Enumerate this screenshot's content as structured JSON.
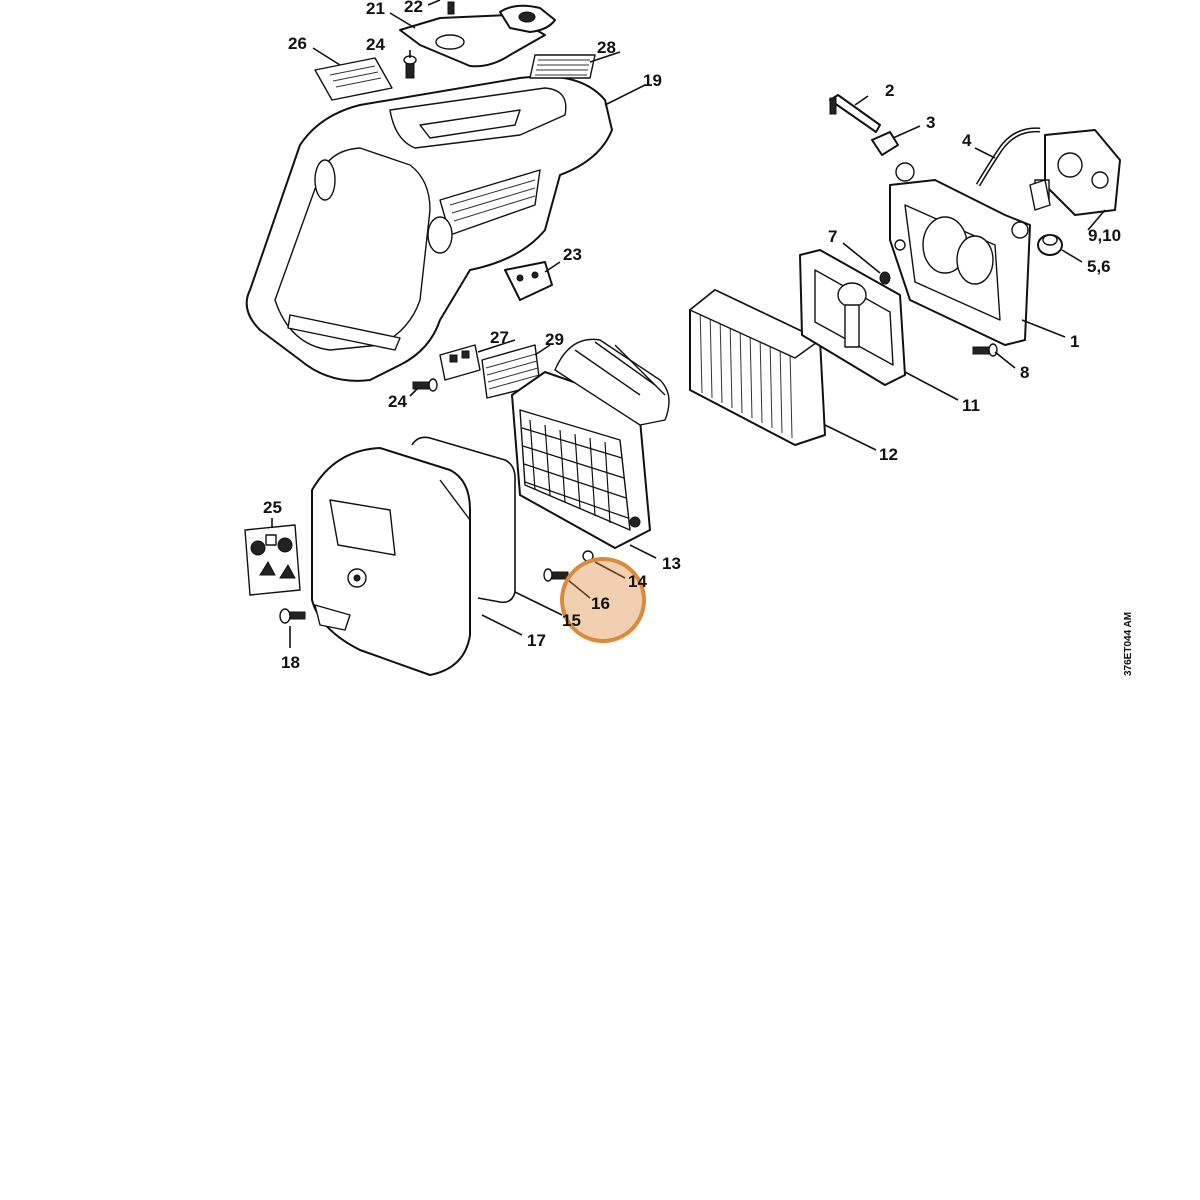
{
  "diagram": {
    "parts": {
      "p1": "1",
      "p2": "2",
      "p3": "3",
      "p4": "4",
      "p5_6": "5,6",
      "p7": "7",
      "p8": "8",
      "p9_10": "9,10",
      "p11": "11",
      "p12": "12",
      "p13": "13",
      "p14": "14",
      "p15": "15",
      "p16": "16",
      "p17": "17",
      "p18": "18",
      "p19": "19",
      "p21": "21",
      "p22": "22",
      "p23": "23",
      "p24a": "24",
      "p24b": "24",
      "p25": "25",
      "p26": "26",
      "p27": "27",
      "p28": "28",
      "p29": "29"
    },
    "drawing_ref": "376ET044 AM",
    "highlight": {
      "target": "16",
      "color": "#D98A3A"
    }
  }
}
